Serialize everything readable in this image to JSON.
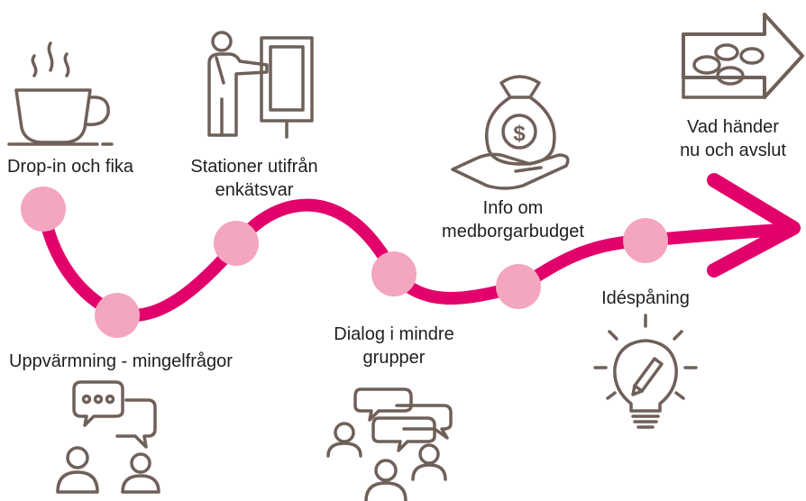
{
  "steps": [
    {
      "id": "drop-in",
      "label": "Drop-in och fika",
      "icon": "coffee-cup-icon"
    },
    {
      "id": "uppvarmning",
      "label": "Uppvärmning - mingelfrågor",
      "icon": "chat-people-icon"
    },
    {
      "id": "stationer",
      "lines": [
        "Stationer utifrån",
        "enkätsvar"
      ],
      "icon": "presenter-board-icon"
    },
    {
      "id": "dialog",
      "lines": [
        "Dialog i mindre",
        "grupper"
      ],
      "icon": "group-discussion-icon"
    },
    {
      "id": "info",
      "lines": [
        "Info om",
        "medborgarbudget"
      ],
      "icon": "money-bag-hand-icon"
    },
    {
      "id": "idespaning",
      "label": "Idéspåning",
      "icon": "lightbulb-pencil-icon"
    },
    {
      "id": "avslut",
      "lines": [
        "Vad händer",
        "nu och avslut"
      ],
      "icon": "footsteps-arrow-sign-icon"
    }
  ],
  "colors": {
    "path": "#e2006a",
    "marker": "#f4a6bf",
    "icon": "#6f6059",
    "text": "#1f1f1f"
  }
}
